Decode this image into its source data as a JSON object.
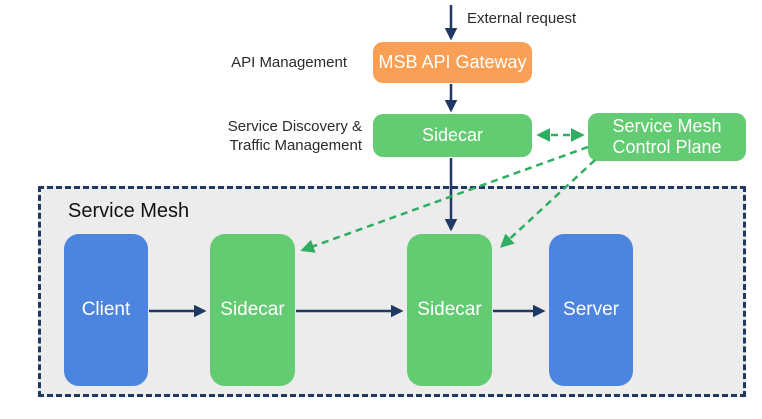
{
  "colors": {
    "gateway_orange": "#F9A056",
    "sidecar_green": "#63CB72",
    "endpoint_blue": "#4C85E0",
    "arrow_navy": "#203864",
    "control_dash_green": "#2FAD63",
    "mesh_background": "#ECECEC"
  },
  "annotations": {
    "external_request": "External request",
    "api_management": "API Management",
    "service_discovery_line1": "Service Discovery &",
    "service_discovery_line2": "Traffic Management"
  },
  "mesh_container": {
    "title": "Service Mesh"
  },
  "nodes": {
    "msb_api_gateway": {
      "label": "MSB API Gateway"
    },
    "sidecar_top": {
      "label": "Sidecar"
    },
    "control_plane": {
      "label_line1": "Service Mesh",
      "label_line2": "Control Plane"
    },
    "client": {
      "label": "Client"
    },
    "sidecar_client": {
      "label": "Sidecar"
    },
    "sidecar_server": {
      "label": "Sidecar"
    },
    "server": {
      "label": "Server"
    }
  },
  "edges": [
    {
      "from": "external-request",
      "to": "msb-api-gateway",
      "style": "solid-navy-arrow"
    },
    {
      "from": "msb-api-gateway",
      "to": "sidecar-top",
      "style": "solid-navy-arrow"
    },
    {
      "from": "sidecar-top",
      "to": "sidecar-server-side",
      "style": "solid-navy-arrow"
    },
    {
      "from": "client",
      "to": "sidecar-client-side",
      "style": "solid-navy-arrow"
    },
    {
      "from": "sidecar-client-side",
      "to": "sidecar-server-side",
      "style": "solid-navy-arrow"
    },
    {
      "from": "sidecar-server-side",
      "to": "server",
      "style": "solid-navy-arrow"
    },
    {
      "from": "control-plane",
      "to": "sidecar-top",
      "style": "dashed-green-arrow-bidirectional"
    },
    {
      "from": "control-plane",
      "to": "sidecar-client-side",
      "style": "dashed-green-arrow"
    },
    {
      "from": "control-plane",
      "to": "sidecar-server-side",
      "style": "dashed-green-arrow"
    }
  ]
}
